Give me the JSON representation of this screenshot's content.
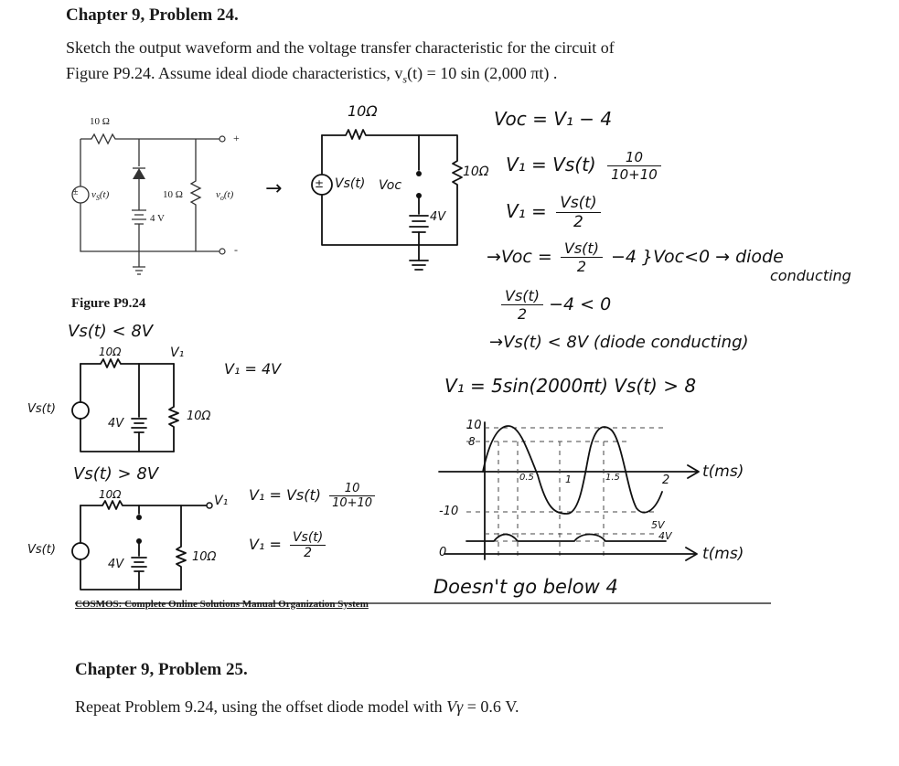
{
  "problem24": {
    "heading": "Chapter 9, Problem 24.",
    "line1": "Sketch the output waveform and the voltage transfer characteristic for the circuit of",
    "line2": "Figure P9.24. Assume ideal diode characteristics, v",
    "line2_sub": "s",
    "line2_tail": "(t) = 10 sin (2,000 πt) ."
  },
  "figure": {
    "caption": "Figure P9.24",
    "r_series": "10 Ω",
    "source": "v",
    "source_sub": "S",
    "source_tail": "(t)",
    "r_load": "10 Ω",
    "battery": "4 V",
    "vo_label": "v",
    "vo_sub": "o",
    "vo_tail": "(t)",
    "plus": "+",
    "minus": "-"
  },
  "redrawn": {
    "r_label": "10Ω",
    "source_label": "Vs(t)",
    "voc_label": "Voc",
    "r_load_label": "10Ω",
    "battery_label": "4V",
    "arrow": "→"
  },
  "notes": {
    "eq1": "Voc = V₁ − 4",
    "eq2_left": "V₁ = Vs(t)",
    "eq2_num": "10",
    "eq2_den": "10+10",
    "eq3_left": "V₁ =",
    "eq3_num": "Vs(t)",
    "eq3_den": "2",
    "eq4_left": "→Voc =",
    "eq4_num": "Vs(t)",
    "eq4_den": "2",
    "eq4_tail": "−4",
    "eq4_brace": "}Voc<0 → diode",
    "eq4_cont": "conducting",
    "eq5_num": "Vs(t)",
    "eq5_den": "2",
    "eq5_tail": "−4 < 0",
    "eq6": "→Vs(t) < 8V (diode conducting)",
    "eq7": "V₁ = 5sin(2000πt)   Vs(t) > 8"
  },
  "case1": {
    "title": "Vs(t) < 8V",
    "r_label": "10Ω",
    "node": "V₁",
    "source": "Vs(t)",
    "battery": "4V",
    "r_load": "10Ω",
    "result": "V₁ = 4V"
  },
  "case2": {
    "title": "Vs(t) > 8V",
    "r_label": "10Ω",
    "node": "V₁",
    "source": "Vs(t)",
    "battery": "4V",
    "r_load": "10Ω",
    "eq1_left": "V₁ = Vs(t)",
    "eq1_num": "10",
    "eq1_den": "10+10",
    "eq2_left": "V₁ =",
    "eq2_num": "Vs(t)",
    "eq2_den": "2"
  },
  "graph1": {
    "y_labels": [
      "10",
      "8",
      "-10"
    ],
    "x_labels": [
      "0.5",
      "1",
      "1.5",
      "2"
    ],
    "axis_label": "t(ms)"
  },
  "graph2": {
    "y_labels": [
      "0",
      "5V",
      "4V"
    ],
    "axis_label": "t(ms)",
    "note": "Doesn't go below 4"
  },
  "footer": {
    "cosmos": "COSMOS: Complete Online Solutions Manual Organization System"
  },
  "problem25": {
    "heading": "Chapter 9, Problem 25.",
    "line1": "Repeat Problem 9.24, using the offset diode model with ",
    "line1_var": "Vγ",
    "line1_tail": " = 0.6 V."
  }
}
